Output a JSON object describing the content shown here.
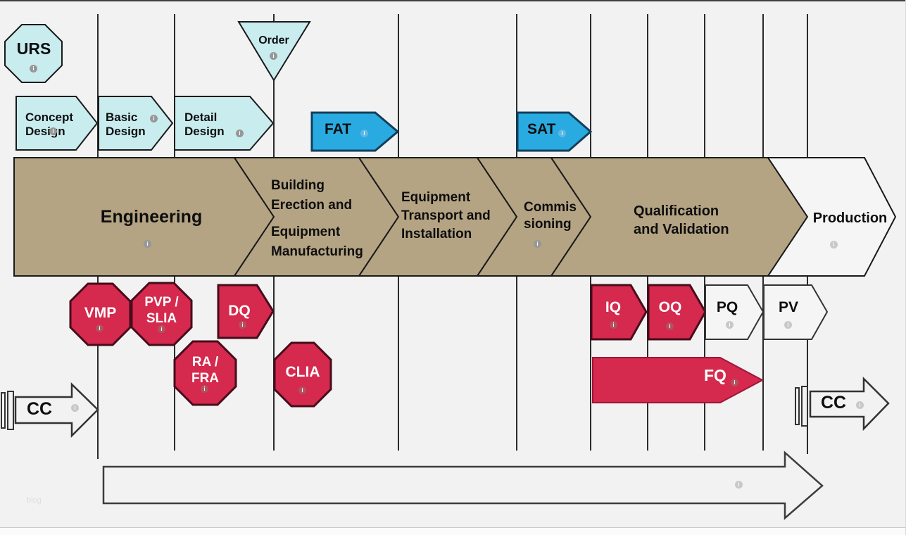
{
  "watermark": "blog",
  "icons": {
    "info_glyph": "i"
  },
  "colors": {
    "background": "#f2f2f2",
    "cyan": "#c9ecef",
    "blue": "#29abe2",
    "tan": "#b4a483",
    "red": "#d5294d",
    "light_shape": "#f5f5f5",
    "line": "#2b2b2b"
  },
  "milestones": {
    "urs": "URS",
    "order": "Order",
    "fat": "FAT",
    "sat": "SAT"
  },
  "design_row": {
    "concept": [
      "Concept",
      "Design"
    ],
    "basic": [
      "Basic",
      "Design"
    ],
    "detail": [
      "Detail",
      "Design"
    ]
  },
  "band": {
    "engineering": "Engineering",
    "building": [
      "Building",
      "Erection and",
      "Equipment",
      "Manufacturing"
    ],
    "transport": [
      "Equipment",
      "Transport and",
      "Installation"
    ],
    "commissioning": [
      "Commis",
      "sioning"
    ],
    "qualification": [
      "Qualification",
      "and Validation"
    ],
    "production": "Production"
  },
  "validation": {
    "vmp": "VMP",
    "pvp_slia": [
      "PVP /",
      "SLIA"
    ],
    "dq": "DQ",
    "ra_fra": [
      "RA /",
      "FRA"
    ],
    "clia": "CLIA",
    "iq": "IQ",
    "oq": "OQ",
    "pq": "PQ",
    "pv": "PV",
    "fq": "FQ"
  },
  "change_control": {
    "left": "CC",
    "right": "CC"
  }
}
